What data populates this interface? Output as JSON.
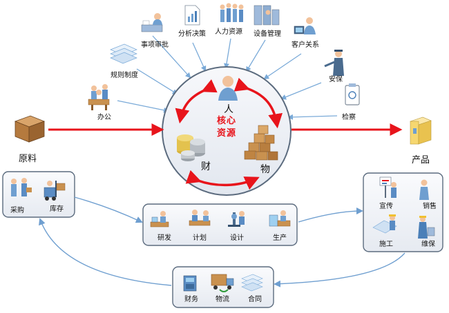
{
  "center": {
    "title_line1": "核心",
    "title_line2": "资源",
    "person": "人",
    "money": "财",
    "goods": "物"
  },
  "input": {
    "label": "原料"
  },
  "output": {
    "label": "产品"
  },
  "satellites": [
    {
      "label": "事项审批",
      "icon": "approval-desk-icon"
    },
    {
      "label": "分析决策",
      "icon": "report-document-icon"
    },
    {
      "label": "人力资源",
      "icon": "people-group-icon"
    },
    {
      "label": "设备管理",
      "icon": "server-equipment-icon"
    },
    {
      "label": "客户关系",
      "icon": "customer-computer-icon"
    },
    {
      "label": "规则制度",
      "icon": "document-stack-icon"
    },
    {
      "label": "安保",
      "icon": "security-guard-icon"
    },
    {
      "label": "办公",
      "icon": "office-meeting-icon"
    },
    {
      "label": "检察",
      "icon": "inspection-clipboard-icon"
    }
  ],
  "groups": {
    "purchase": [
      {
        "label": "采购",
        "icon": "purchase-people-icon"
      },
      {
        "label": "库存",
        "icon": "forklift-icon"
      }
    ],
    "production": [
      {
        "label": "研发",
        "icon": "rnd-desk-icon"
      },
      {
        "label": "计划",
        "icon": "planning-desk-icon"
      },
      {
        "label": "设计",
        "icon": "microscope-icon"
      },
      {
        "label": "生产",
        "icon": "assembly-icon"
      }
    ],
    "sales": [
      {
        "label": "宣传",
        "icon": "presentation-board-icon"
      },
      {
        "label": "销售",
        "icon": "salesperson-icon"
      },
      {
        "label": "施工",
        "icon": "blueprint-worker-icon"
      },
      {
        "label": "维保",
        "icon": "maintenance-worker-icon"
      }
    ],
    "finance": [
      {
        "label": "财务",
        "icon": "cash-register-icon"
      },
      {
        "label": "物流",
        "icon": "delivery-truck-icon"
      },
      {
        "label": "合同",
        "icon": "contract-papers-icon"
      }
    ]
  },
  "colors": {
    "red": "#e8141b",
    "blue_arrow": "#7aaad8",
    "circle_fill": "#eef1f6",
    "circle_stroke": "#5b6b7e",
    "box_fill": "#f2f4f8",
    "box_stroke": "#5b6b7e"
  }
}
